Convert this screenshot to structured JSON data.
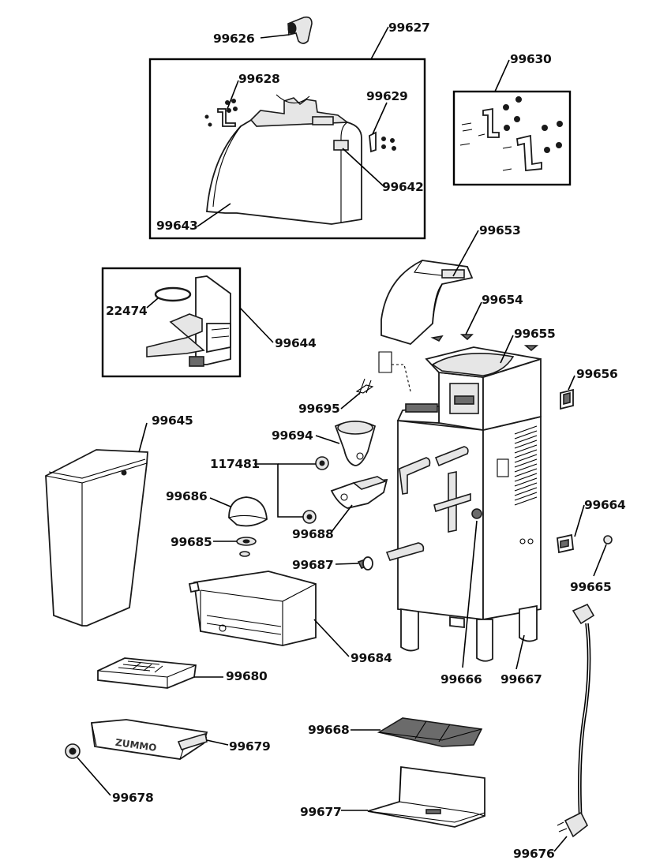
{
  "parts": {
    "p99626": "99626",
    "p99627": "99627",
    "p99628": "99628",
    "p99629": "99629",
    "p99630": "99630",
    "p99642": "99642",
    "p99643": "99643",
    "p99653": "99653",
    "p99654": "99654",
    "p99655": "99655",
    "p99656": "99656",
    "p22474": "22474",
    "p99644": "99644",
    "p99695": "99695",
    "p99694": "99694",
    "p99645": "99645",
    "p117481": "117481",
    "p99686": "99686",
    "p99688": "99688",
    "p99685": "99685",
    "p99687": "99687",
    "p99664": "99664",
    "p99665": "99665",
    "p99684": "99684",
    "p99666": "99666",
    "p99667": "99667",
    "p99680": "99680",
    "p99668": "99668",
    "p99679": "99679",
    "p99678": "99678",
    "p99677": "99677",
    "p99676": "99676"
  },
  "brand": "ZUMMO"
}
